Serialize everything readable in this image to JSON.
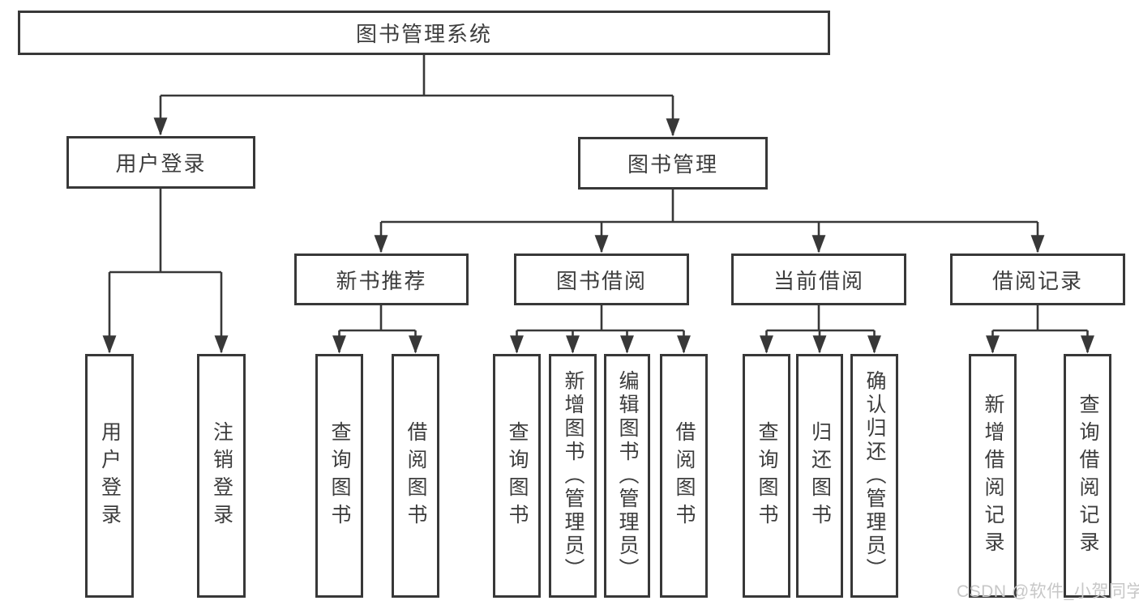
{
  "tree": {
    "label": "图书管理系统",
    "children": [
      {
        "label": "用户登录",
        "children": [
          {
            "label": "用户登录"
          },
          {
            "label": "注销登录"
          }
        ]
      },
      {
        "label": "图书管理",
        "children": [
          {
            "label": "新书推荐",
            "children": [
              {
                "label": "查询图书"
              },
              {
                "label": "借阅图书"
              }
            ]
          },
          {
            "label": "图书借阅",
            "children": [
              {
                "label": "查询图书"
              },
              {
                "label": "新增图书（管理员）"
              },
              {
                "label": "编辑图书（管理员）"
              },
              {
                "label": "借阅图书"
              }
            ]
          },
          {
            "label": "当前借阅",
            "children": [
              {
                "label": "查询图书"
              },
              {
                "label": "归还图书"
              },
              {
                "label": "确认归还（管理员）"
              }
            ]
          },
          {
            "label": "借阅记录",
            "children": [
              {
                "label": "新增借阅记录"
              },
              {
                "label": "查询借阅记录"
              }
            ]
          }
        ]
      }
    ]
  },
  "watermark": {
    "text": "CSDN @软件_小贺同学"
  },
  "colors": {
    "line": "#383838",
    "text": "#3d3d3d",
    "box_background": "#ffffff",
    "watermark": "#c7c7c7"
  }
}
